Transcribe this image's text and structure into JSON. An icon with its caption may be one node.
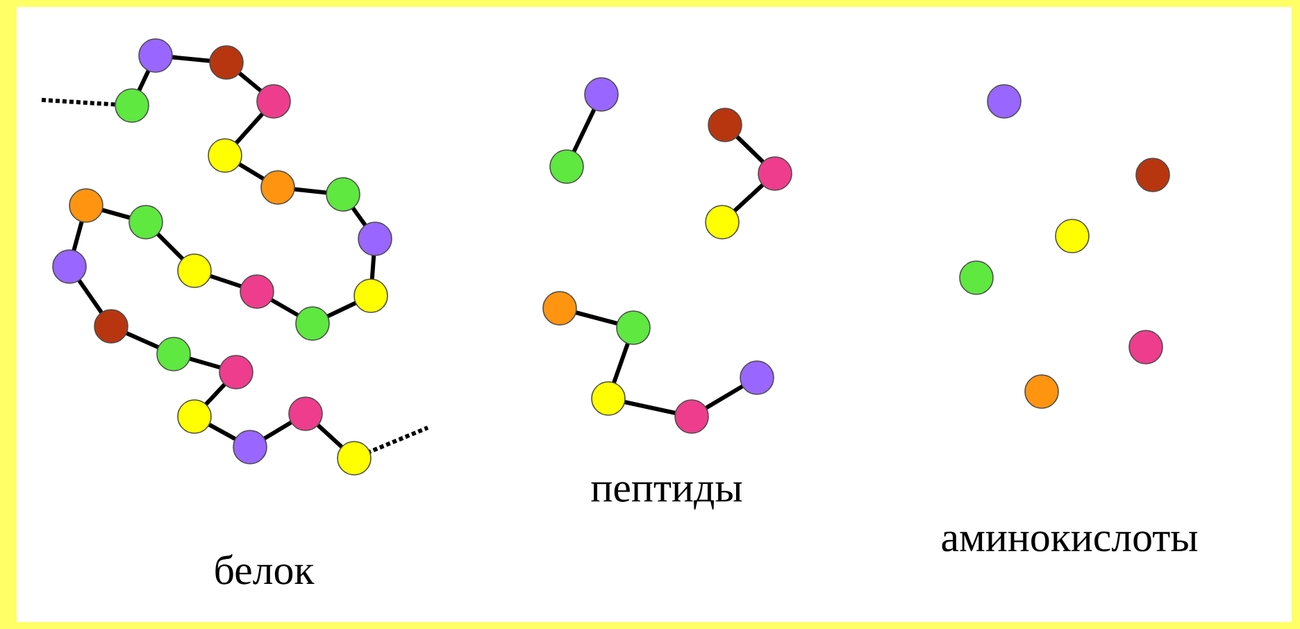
{
  "diagram": {
    "labels": [
      "белок",
      "пептиды",
      "аминокислоты"
    ]
  }
}
